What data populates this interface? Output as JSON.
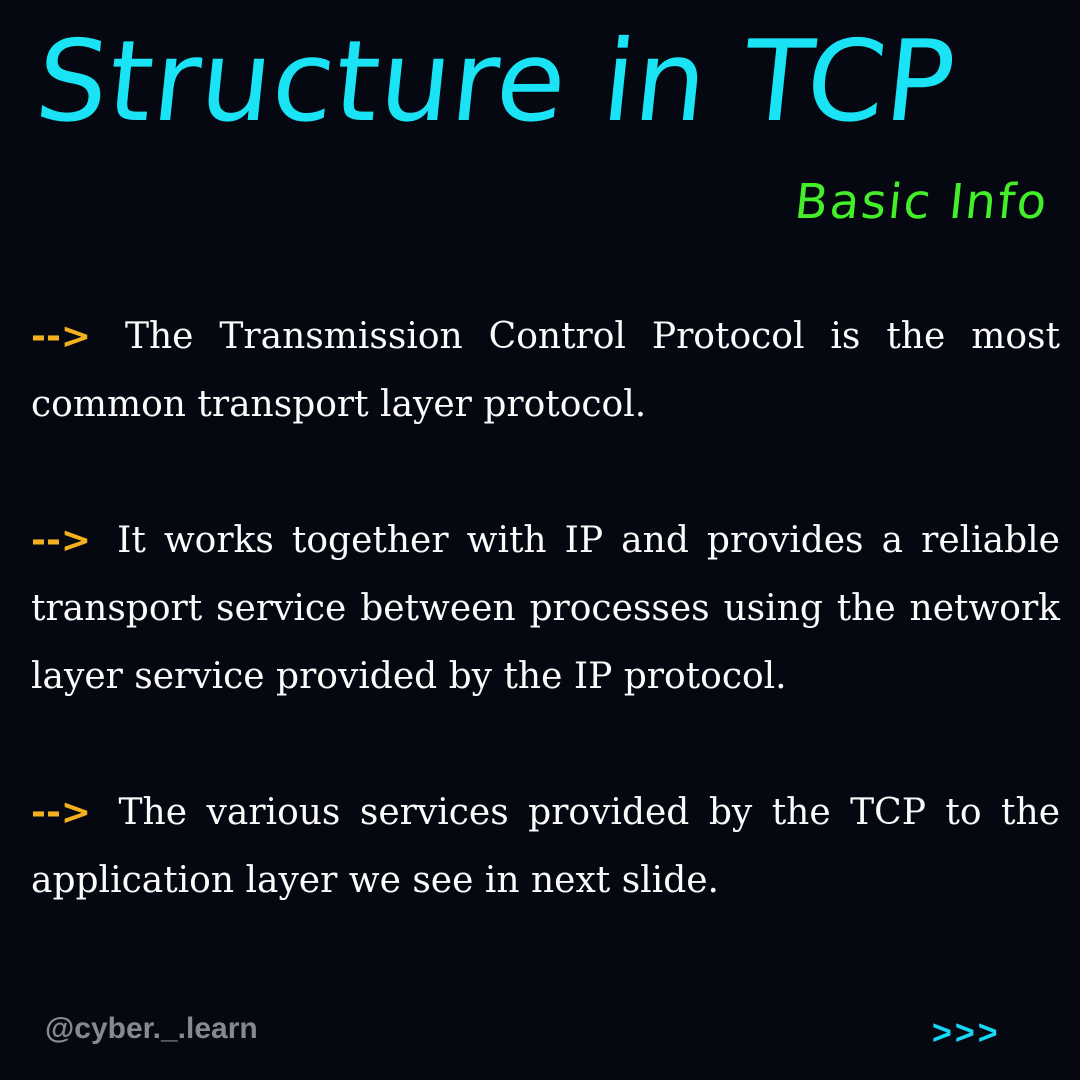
{
  "slide": {
    "title": "Structure in TCP",
    "subtitle": "Basic Info",
    "points": [
      {
        "arrow": "-->",
        "text": "The Transmission Control Protocol is the most common transport layer protocol."
      },
      {
        "arrow": "-->",
        "text": "It works together with IP and provides a reliable transport service between processes using the network layer service provided by the IP protocol."
      },
      {
        "arrow": "-->",
        "text": "The various services provided by the TCP to the application layer we see in next slide."
      }
    ],
    "footer": {
      "handle": "@cyber._.learn",
      "next_label": ">>>"
    },
    "colors": {
      "background": "#050811",
      "title": "#19e3f4",
      "subtitle": "#43ef29",
      "arrow": "#f4b11e",
      "text": "#fbfbfb",
      "handle": "#858a91",
      "next": "#19d7f4"
    }
  }
}
